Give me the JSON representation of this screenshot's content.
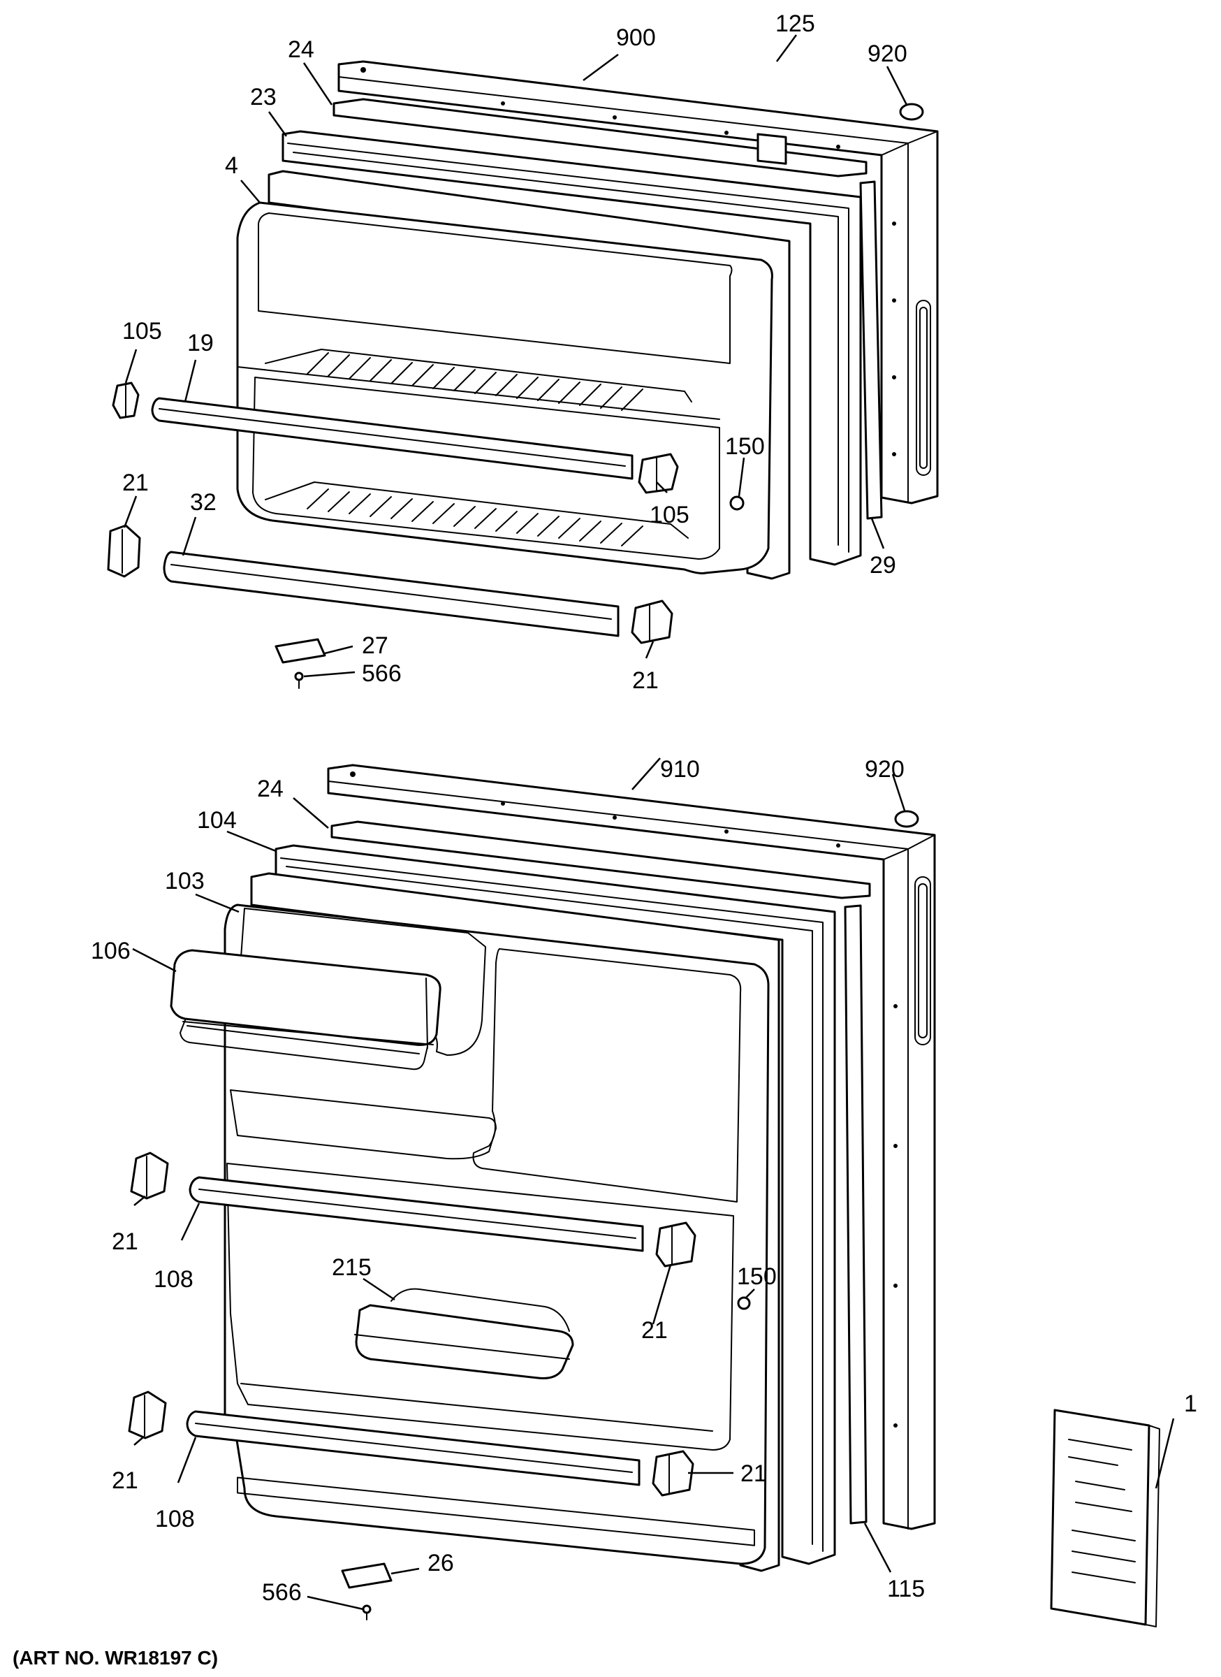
{
  "diagram": {
    "art_number": "(ART NO. WR18197 C)",
    "top_labels": {
      "l900": "900",
      "l125": "125",
      "l920a": "920",
      "l24a": "24",
      "l23": "23",
      "l4": "4",
      "l105a": "105",
      "l19": "19",
      "l150a": "150",
      "l105b": "105",
      "l21a": "21",
      "l32": "32",
      "l29": "29",
      "l27": "27",
      "l566a": "566",
      "l21b": "21"
    },
    "bottom_labels": {
      "l910": "910",
      "l920b": "920",
      "l24b": "24",
      "l104": "104",
      "l103": "103",
      "l106": "106",
      "l21c": "21",
      "l108a": "108",
      "l215": "215",
      "l150b": "150",
      "l21d": "21",
      "l1": "1",
      "l21e": "21",
      "l108b": "108",
      "l21f": "21",
      "l115": "115",
      "l26": "26",
      "l566b": "566"
    }
  }
}
